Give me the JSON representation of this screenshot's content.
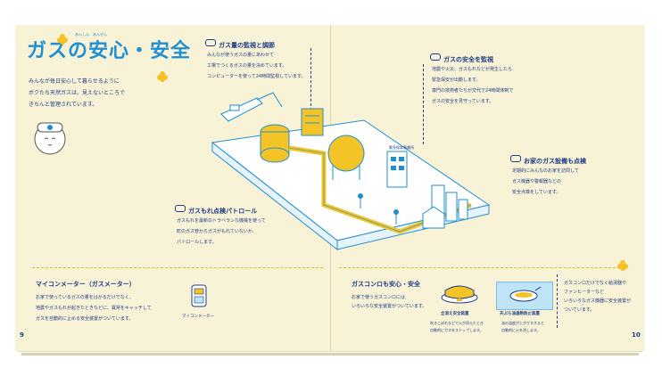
{
  "title": "ガスの安心・安全",
  "title_ruby": "あんしん　あんぜん",
  "intro": [
    "みんなが毎日安心して暮らせるように",
    "ボクたち天然ガスは、見えないところで",
    "きちんと管理されています。"
  ],
  "sections": {
    "monitor": {
      "heading": "ガス量の監視と調節",
      "lines": [
        "みんなが使うガスの量にあわせて",
        "工場でつくるガスの量を決めています。",
        "コンピューターを使って24時間監視しています。"
      ]
    },
    "safety": {
      "heading": "ガスの安全を監視",
      "lines": [
        "地震や火災、ガスもれなどが発生したら",
        "緊急保安が出動します。",
        "専門の技術者たちが交代で24時間体制で",
        "ガスの安全を見守っています。"
      ]
    },
    "home": {
      "heading": "お家のガス設備も点検",
      "lines": [
        "定期的にみんなのお家を訪問して",
        "ガス機器や警報器などの",
        "安全点検をしています。"
      ]
    },
    "patrol": {
      "heading": "ガスもれ点検パトロール",
      "lines": [
        "ガスもれを最新のトラベランな機械を使って",
        "町のガス管からガスがもれていないか、",
        "パトロールします。"
      ]
    },
    "meter": {
      "heading": "マイコンメーター（ガスメーター）",
      "lines": [
        "お家で使っているガスの量をはかるだけでなく、",
        "地震やガスもれが起きたときなどに、異常をキャッチして",
        "ガスを自動的に止める安全装置がついています。"
      ],
      "caption": "マイコンメーター"
    },
    "stove": {
      "heading": "ガスコンロも安心・安全",
      "lines": [
        "お家で使うガスコンロには",
        "いろいろな安全装置がついています。"
      ]
    },
    "other": {
      "lines": [
        "ガスコンロだけでなく給湯器や",
        "ファンヒーターなど",
        "いろいろなガス機器に安全装置が",
        "ついています。"
      ]
    }
  },
  "devices": [
    {
      "label": "立消え安全装置",
      "desc": [
        "吹きこぼれなどで火が消えたとき",
        "自動的にガスをストップします。"
      ]
    },
    {
      "label": "天ぷら油過熱防止装置",
      "desc": [
        "油の温度が上がりすぎると",
        "自動的に火を消します。"
      ]
    }
  ],
  "facility_label": "緊急保安事業所",
  "page_left": "9",
  "page_right": "10",
  "colors": {
    "blue": "#1f8fd4",
    "navy": "#1f3c88",
    "yellow": "#f4c325",
    "paper": "#f8f3d6"
  }
}
